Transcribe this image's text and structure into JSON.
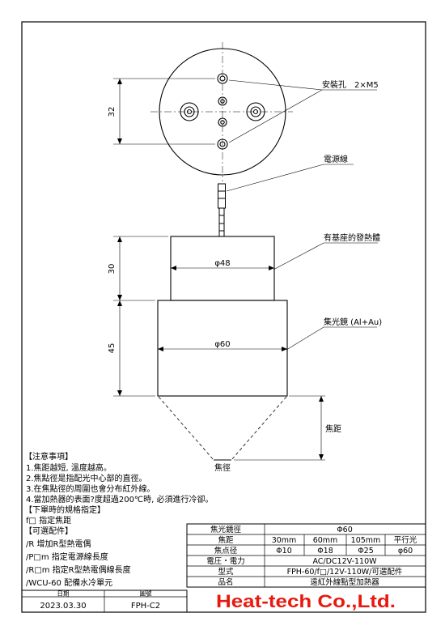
{
  "drawing": {
    "dim_32": "32",
    "dim_30": "30",
    "dim_45": "45",
    "dia_48": "φ48",
    "dia_60": "φ60",
    "label_mount_hole": "安裝孔　2×M5",
    "label_power_cable": "電源線",
    "label_heater_body": "有基座的發熱體",
    "label_reflector": "集光鏡 (Al+Au)",
    "label_focal_distance": "焦距",
    "label_focal_diameter": "焦徑"
  },
  "notes": {
    "heading": "【注意事項】",
    "items": [
      "1.焦距越短, 溫度越高。",
      "2.焦點徑是指配光中心部的直徑。",
      "3.在焦點徑的周圍也會分布紅外線。",
      "4.當加熱器的表面?度超過200℃時, 必須進行冷卻。"
    ],
    "order_heading": "【下單時的規格指定】",
    "order_item": "f□ 指定焦距",
    "options_heading": "【可選配件】",
    "options": [
      "/R 增加R型熱電偶",
      "/P□m 指定電源線長度",
      "/R□m 指定R型熱電偶線長度",
      "/WCU-60 配備水冷單元"
    ]
  },
  "spec_table": {
    "rows": [
      {
        "label": "焦光鏡徑",
        "value": "Φ60"
      },
      {
        "label": "焦距",
        "cells": [
          "30mm",
          "60mm",
          "105mm",
          "平行光"
        ]
      },
      {
        "label": "焦点径",
        "cells": [
          "Φ10",
          "Φ18",
          "Φ25",
          "φ60"
        ]
      },
      {
        "label": "電圧・電力",
        "value": "AC/DC12V-110W"
      },
      {
        "label": "型式",
        "value": "FPH-60/f□/12V-110W/可選配件"
      },
      {
        "label": "品名",
        "value": "遠紅外線點型加熱器"
      }
    ]
  },
  "title_block": {
    "date_label": "日期",
    "drawing_no_label": "圖號",
    "date": "2023.03.30",
    "drawing_no": "FPH-C2",
    "company": "Heat-tech Co.,Ltd."
  },
  "colors": {
    "line": "#000000",
    "company": "#e8190f"
  }
}
